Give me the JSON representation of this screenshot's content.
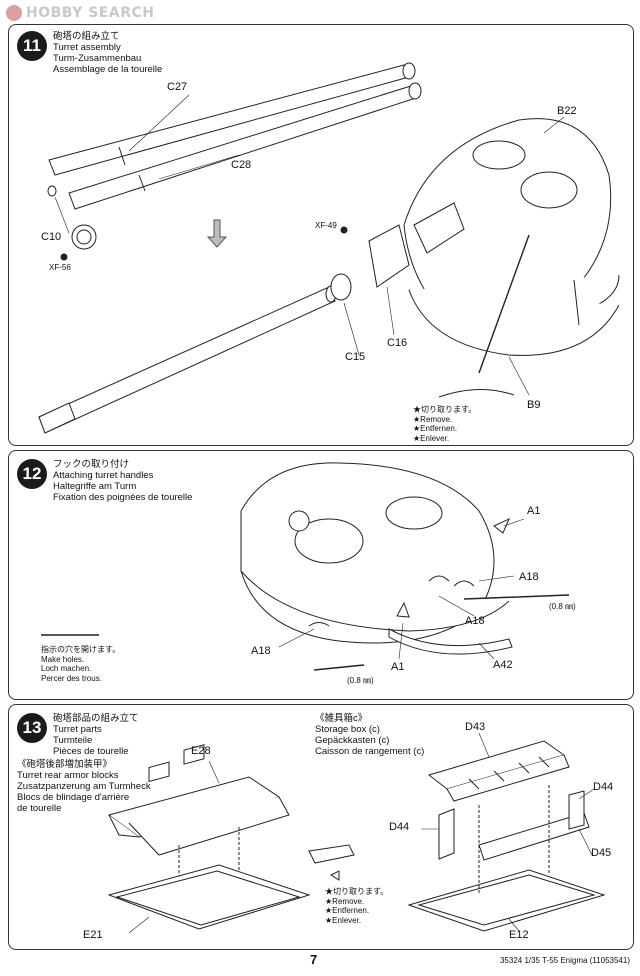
{
  "watermark": {
    "text": "HOBBY SEARCH"
  },
  "steps": [
    {
      "number": "11",
      "titles": [
        "砲塔の組み立て",
        "Turret assembly",
        "Turm-Zusammenbau",
        "Assemblage de la tourelle"
      ],
      "labels": {
        "c27": "C27",
        "c28": "C28",
        "c10": "C10",
        "xf56": "XF-56",
        "xf49": "XF-49",
        "b22": "B22",
        "c16": "C16",
        "c15": "C15",
        "b9": "B9"
      },
      "remove_note": [
        "★切り取ります。",
        "★Remove.",
        "★Entfernen.",
        "★Enlever."
      ]
    },
    {
      "number": "12",
      "titles": [
        "フックの取り付け",
        "Attaching turret handles",
        "Haltegriffe am Turm",
        "Fixation des poignées de tourelle"
      ],
      "labels": {
        "a1_top": "A1",
        "a18_right": "A18",
        "a18_mid": "A18",
        "a18_left": "A18",
        "a1_bottom": "A1",
        "a42": "A42",
        "mm_right": "(0.8 ㎜)",
        "mm_left": "(0.8 ㎜)"
      },
      "holes_note": [
        "指示の穴を開けます。",
        "Make holes.",
        "Loch machen.",
        "Percer des trous."
      ]
    },
    {
      "number": "13",
      "titles": [
        "砲塔部品の組み立て",
        "Turret parts",
        "Turmteile",
        "Pièces de tourelle"
      ],
      "sub_titles": [
        "《砲塔後部増加装甲》",
        "Turret rear armor blocks",
        "Zusatzpanzerung am Turmheck",
        "Blocs de blindage d'arrière",
        "de tourelle"
      ],
      "storage_titles": [
        "《雑具箱c》",
        "Storage box (c)",
        "Gepäckkasten (c)",
        "Caisson de rangement (c)"
      ],
      "labels": {
        "e28": "E28",
        "e21": "E21",
        "d43": "D43",
        "d44_right": "D44",
        "d44_left": "D44",
        "d45": "D45",
        "e12": "E12"
      },
      "remove_note": [
        "★切り取ります。",
        "★Remove.",
        "★Entfernen.",
        "★Enlever."
      ]
    }
  ],
  "footer": {
    "page": "7",
    "ref": "35324 1/35 T-55 Enigma (11053541)"
  }
}
